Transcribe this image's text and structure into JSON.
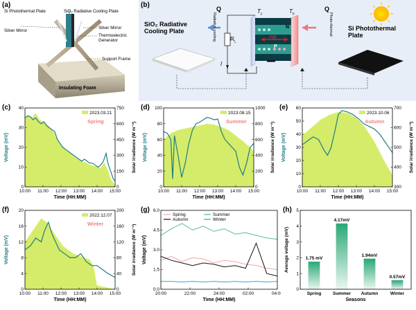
{
  "panels": {
    "a": {
      "label": "(a)",
      "callouts": [
        "Si Photothermal Plate",
        "SiO₂ Radiative Cooling Plate",
        "Silver Mirror",
        "Silver Mirror",
        "Thermoelectric Generator",
        "Support Frame",
        "Insulating Foam"
      ]
    },
    "b": {
      "label": "(b)",
      "sio2_label": [
        "SiO₂ Radiative",
        "Cooling Plate"
      ],
      "si_label": [
        "Si Photothermal",
        "Plate"
      ],
      "q_rad": "Q",
      "q_rad_sub": "Radiative cooling",
      "q_photo": "Q",
      "q_photo_sub": "Photo-thermal",
      "tc": "T",
      "tc_sub": "c",
      "th": "T",
      "th_sub": "h",
      "rl": "R",
      "rl_sub": "L",
      "n": "N",
      "p": "P",
      "i": "I",
      "i2r": "I²R"
    }
  },
  "chart_data": [
    {
      "id": "c",
      "label": "(c)",
      "type": "line",
      "date": "2023.03.21",
      "season": "Spring",
      "season_color": "#f08080",
      "xlabel": "Time (HH:MM)",
      "ylabel": "Voltage (mV)",
      "y2label": "Solar irradiance (W m⁻²)",
      "xticks": [
        "10:00",
        "11:00",
        "12:00",
        "13:00",
        "14:00",
        "15:00"
      ],
      "ylim": [
        0,
        40
      ],
      "yticks": [
        0,
        10,
        20,
        30,
        40
      ],
      "y2lim": [
        0,
        750
      ],
      "y2ticks": [
        0,
        150,
        300,
        450,
        600,
        750
      ],
      "voltage": [
        [
          0,
          35
        ],
        [
          0.15,
          36
        ],
        [
          0.3,
          35.5
        ],
        [
          0.45,
          34
        ],
        [
          0.6,
          35
        ],
        [
          0.75,
          33
        ],
        [
          0.9,
          32
        ],
        [
          1.05,
          33
        ],
        [
          1.2,
          31
        ],
        [
          1.35,
          30
        ],
        [
          1.5,
          29
        ],
        [
          1.65,
          28
        ],
        [
          1.8,
          24
        ],
        [
          1.95,
          22
        ],
        [
          2.1,
          20
        ],
        [
          2.25,
          19
        ],
        [
          2.4,
          18
        ],
        [
          2.55,
          17
        ],
        [
          2.7,
          16
        ],
        [
          2.85,
          15
        ],
        [
          3.0,
          14
        ],
        [
          3.15,
          13
        ],
        [
          3.3,
          14
        ],
        [
          3.45,
          13
        ],
        [
          3.6,
          12
        ],
        [
          3.75,
          12
        ],
        [
          3.9,
          11
        ],
        [
          4.05,
          10
        ],
        [
          4.2,
          11
        ],
        [
          4.35,
          13
        ],
        [
          4.5,
          17
        ],
        [
          4.6,
          12
        ],
        [
          4.75,
          8
        ],
        [
          4.9,
          4
        ],
        [
          5.0,
          3
        ]
      ],
      "irradiance": [
        [
          0,
          650
        ],
        [
          0.2,
          680
        ],
        [
          0.4,
          660
        ],
        [
          0.6,
          700
        ],
        [
          0.8,
          640
        ],
        [
          1.0,
          620
        ],
        [
          1.2,
          600
        ],
        [
          1.4,
          560
        ],
        [
          1.6,
          520
        ],
        [
          1.8,
          450
        ],
        [
          2.0,
          400
        ],
        [
          2.2,
          370
        ],
        [
          2.4,
          340
        ],
        [
          2.6,
          310
        ],
        [
          2.8,
          280
        ],
        [
          3.0,
          260
        ],
        [
          3.2,
          240
        ],
        [
          3.4,
          230
        ],
        [
          3.6,
          210
        ],
        [
          3.8,
          200
        ],
        [
          4.0,
          190
        ],
        [
          4.2,
          180
        ],
        [
          4.4,
          230
        ],
        [
          4.6,
          160
        ],
        [
          4.8,
          60
        ],
        [
          5.0,
          20
        ]
      ]
    },
    {
      "id": "d",
      "label": "(d)",
      "type": "line",
      "date": "2023.08.15",
      "season": "Summer",
      "season_color": "#f08080",
      "xlabel": "Time (HH:MM)",
      "ylabel": "Voltage (mV)",
      "y2label": "Solar irradiance (W m⁻²)",
      "xticks": [
        "10:00",
        "11:00",
        "12:00",
        "13:00",
        "14:00",
        "15:00"
      ],
      "ylim": [
        0,
        100
      ],
      "yticks": [
        0,
        20,
        40,
        60,
        80,
        100
      ],
      "y2lim": [
        0,
        1000
      ],
      "y2ticks": [
        0,
        200,
        400,
        600,
        800,
        1000
      ],
      "voltage": [
        [
          0,
          70
        ],
        [
          0.2,
          68
        ],
        [
          0.4,
          60
        ],
        [
          0.5,
          10
        ],
        [
          0.6,
          65
        ],
        [
          0.8,
          40
        ],
        [
          1.0,
          12
        ],
        [
          1.2,
          30
        ],
        [
          1.4,
          55
        ],
        [
          1.6,
          72
        ],
        [
          1.8,
          80
        ],
        [
          2.0,
          82
        ],
        [
          2.2,
          85
        ],
        [
          2.4,
          88
        ],
        [
          2.6,
          87
        ],
        [
          2.8,
          85
        ],
        [
          3.0,
          86
        ],
        [
          3.2,
          70
        ],
        [
          3.4,
          60
        ],
        [
          3.6,
          55
        ],
        [
          3.8,
          50
        ],
        [
          4.0,
          45
        ],
        [
          4.2,
          25
        ],
        [
          4.4,
          15
        ],
        [
          4.6,
          30
        ],
        [
          4.8,
          50
        ],
        [
          5.0,
          55
        ]
      ],
      "irradiance": [
        [
          0,
          600
        ],
        [
          0.4,
          680
        ],
        [
          0.8,
          720
        ],
        [
          1.2,
          740
        ],
        [
          1.6,
          760
        ],
        [
          2.0,
          780
        ],
        [
          2.4,
          800
        ],
        [
          2.8,
          790
        ],
        [
          3.2,
          760
        ],
        [
          3.6,
          720
        ],
        [
          4.0,
          650
        ],
        [
          4.4,
          580
        ],
        [
          4.8,
          500
        ],
        [
          5.0,
          450
        ]
      ]
    },
    {
      "id": "e",
      "label": "(e)",
      "type": "line",
      "date": "2023.10.06",
      "season": "Autumn",
      "season_color": "#f08080",
      "xlabel": "Time (HH:MM)",
      "ylabel": "Voltage (mV)",
      "y2label": "Solar irradiance (W m⁻²)",
      "xticks": [
        "10:00",
        "11:00",
        "12:00",
        "13:00",
        "14:00",
        "15:00"
      ],
      "ylim": [
        0,
        60
      ],
      "yticks": [
        0,
        10,
        20,
        30,
        40,
        50,
        60
      ],
      "y2lim": [
        300,
        700
      ],
      "y2ticks": [
        300,
        400,
        500,
        600,
        700
      ],
      "voltage": [
        [
          0,
          32
        ],
        [
          0.3,
          35
        ],
        [
          0.6,
          38
        ],
        [
          0.9,
          36
        ],
        [
          1.2,
          28
        ],
        [
          1.4,
          24
        ],
        [
          1.6,
          30
        ],
        [
          1.8,
          42
        ],
        [
          2.0,
          55
        ],
        [
          2.2,
          58
        ],
        [
          2.5,
          57
        ],
        [
          2.8,
          55
        ],
        [
          3.1,
          52
        ],
        [
          3.4,
          48
        ],
        [
          3.7,
          46
        ],
        [
          4.0,
          44
        ],
        [
          4.3,
          40
        ],
        [
          4.6,
          34
        ],
        [
          4.9,
          28
        ],
        [
          5.0,
          26
        ]
      ],
      "irradiance": [
        [
          0,
          560
        ],
        [
          0.5,
          600
        ],
        [
          1.0,
          640
        ],
        [
          1.5,
          665
        ],
        [
          2.0,
          680
        ],
        [
          2.5,
          675
        ],
        [
          3.0,
          650
        ],
        [
          3.5,
          600
        ],
        [
          4.0,
          530
        ],
        [
          4.5,
          440
        ],
        [
          5.0,
          360
        ]
      ]
    },
    {
      "id": "f",
      "label": "(f)",
      "type": "line",
      "date": "2022.12.07",
      "season": "Winter",
      "season_color": "#f08080",
      "xlabel": "Time (HH:MM)",
      "ylabel": "Voltage (mV)",
      "y2label": "Solar irradiance (W m⁻²)",
      "xticks": [
        "10:00",
        "11:00",
        "12:00",
        "13:00",
        "14:00",
        "15:00"
      ],
      "ylim": [
        0,
        20
      ],
      "yticks": [
        0,
        4,
        8,
        12,
        16,
        20
      ],
      "y2lim": [
        0,
        200
      ],
      "y2ticks": [
        0,
        40,
        80,
        120,
        160,
        200
      ],
      "voltage": [
        [
          0,
          10
        ],
        [
          0.3,
          11
        ],
        [
          0.6,
          13
        ],
        [
          0.9,
          12
        ],
        [
          1.1,
          15
        ],
        [
          1.3,
          17
        ],
        [
          1.5,
          14
        ],
        [
          1.7,
          12
        ],
        [
          1.9,
          10
        ],
        [
          2.2,
          9
        ],
        [
          2.5,
          8
        ],
        [
          2.8,
          8
        ],
        [
          3.1,
          9
        ],
        [
          3.4,
          7
        ],
        [
          3.7,
          6
        ],
        [
          4.0,
          6
        ],
        [
          4.3,
          5
        ],
        [
          4.6,
          4
        ],
        [
          5.0,
          3
        ]
      ],
      "irradiance": [
        [
          0,
          120
        ],
        [
          0.3,
          140
        ],
        [
          0.6,
          160
        ],
        [
          0.9,
          180
        ],
        [
          1.2,
          170
        ],
        [
          1.5,
          150
        ],
        [
          1.8,
          130
        ],
        [
          2.1,
          110
        ],
        [
          2.4,
          100
        ],
        [
          2.7,
          90
        ],
        [
          3.0,
          85
        ],
        [
          3.3,
          80
        ],
        [
          3.6,
          75
        ],
        [
          3.8,
          60
        ],
        [
          4.0,
          10
        ],
        [
          5.0,
          0
        ]
      ]
    },
    {
      "id": "g",
      "label": "(g)",
      "type": "line",
      "xlabel": "Time (HH:MM)",
      "ylabel": "Voltage (mV)",
      "xticks": [
        "20:00",
        "22:00",
        "24:00",
        "02:00",
        "04:00"
      ],
      "ylim": [
        0,
        6.0
      ],
      "yticks": [
        0,
        1.5,
        3.0,
        4.5,
        6.0
      ],
      "series": [
        {
          "name": "Spring",
          "color": "#f4a4a4",
          "values": [
            [
              0,
              2.2
            ],
            [
              1,
              2.5
            ],
            [
              2,
              2.1
            ],
            [
              3,
              2.4
            ],
            [
              4,
              2.3
            ],
            [
              5,
              2.0
            ],
            [
              6,
              2.2
            ],
            [
              7,
              2.1
            ],
            [
              8,
              1.9
            ],
            [
              9,
              1.8
            ],
            [
              10,
              1.6
            ],
            [
              11,
              1.5
            ]
          ]
        },
        {
          "name": "Summer",
          "color": "#5cb88f",
          "values": [
            [
              0,
              4.1
            ],
            [
              1,
              4.6
            ],
            [
              2,
              5.0
            ],
            [
              3,
              4.5
            ],
            [
              4,
              4.8
            ],
            [
              5,
              4.4
            ],
            [
              6,
              4.6
            ],
            [
              7,
              4.2
            ],
            [
              8,
              4.3
            ],
            [
              9,
              4.1
            ],
            [
              10,
              3.9
            ],
            [
              11,
              3.8
            ]
          ]
        },
        {
          "name": "Autumn",
          "color": "#111111",
          "values": [
            [
              0,
              2.5
            ],
            [
              1,
              2.2
            ],
            [
              2,
              2.0
            ],
            [
              3,
              1.8
            ],
            [
              4,
              2.0
            ],
            [
              5,
              1.9
            ],
            [
              6,
              1.7
            ],
            [
              7,
              1.8
            ],
            [
              8,
              1.6
            ],
            [
              9,
              3.5
            ],
            [
              10,
              1.2
            ],
            [
              11,
              1.0
            ]
          ]
        },
        {
          "name": "Winter",
          "color": "#3aa0d8",
          "values": [
            [
              0,
              0.6
            ],
            [
              1,
              0.6
            ],
            [
              2,
              0.55
            ],
            [
              3,
              0.6
            ],
            [
              4,
              0.55
            ],
            [
              5,
              0.6
            ],
            [
              6,
              0.55
            ],
            [
              7,
              0.6
            ],
            [
              8,
              0.55
            ],
            [
              9,
              0.6
            ],
            [
              10,
              0.55
            ],
            [
              11,
              0.6
            ]
          ]
        }
      ]
    },
    {
      "id": "h",
      "label": "(h)",
      "type": "bar",
      "xlabel": "Seasons",
      "ylabel": "Average voltage (mV)",
      "categories": [
        "Spring",
        "Summer",
        "Autumn",
        "Winter"
      ],
      "values": [
        1.75,
        4.17,
        1.94,
        0.57
      ],
      "data_labels": [
        "1.75 mV",
        "4.17mV",
        "1.94mV",
        "0.57mV"
      ],
      "ylim": [
        0,
        5
      ],
      "yticks": [
        0,
        1,
        2,
        3,
        4,
        5
      ]
    }
  ],
  "colors": {
    "voltage": "#1f7b86",
    "irradiance_fill": "#d4ec6a",
    "irradiance_stroke": "#f4f8c8",
    "axis_label": "#1f7b86"
  }
}
